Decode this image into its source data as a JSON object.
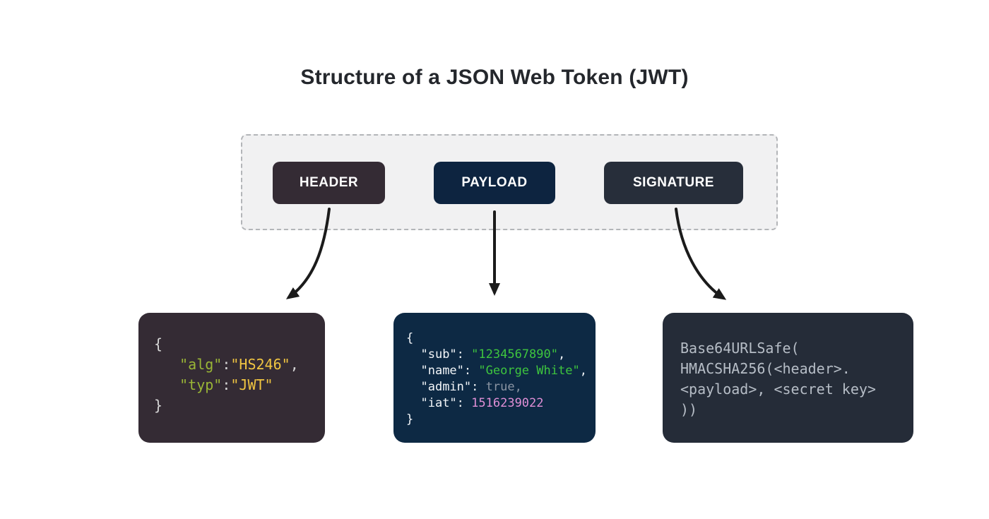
{
  "title": "Structure of a JSON Web Token (JWT)",
  "pills": [
    {
      "id": "header",
      "label": "HEADER",
      "color": "#342b34"
    },
    {
      "id": "payload",
      "label": "PAYLOAD",
      "color": "#0d2440"
    },
    {
      "id": "signature",
      "label": "SIGNATURE",
      "color": "#272e3a"
    }
  ],
  "arrow_color": "#1b1b1b",
  "container_bg": "#f1f1f2",
  "code_colors": {
    "punct": "#d6d6d6",
    "key_green": "#9ab636",
    "val_gold": "#f0c541",
    "white": "#f3f6f9",
    "green": "#3ec53e",
    "muted": "#8b95a3",
    "pink": "#e08fd6",
    "sig": "#b6bdc6"
  },
  "code_blocks": [
    {
      "id": "header-json",
      "bg": "#342b34",
      "lines": [
        [
          {
            "t": "{",
            "c": "punct"
          }
        ],
        [
          {
            "t": "   ",
            "c": "punct"
          },
          {
            "t": "\"alg\"",
            "c": "key_green"
          },
          {
            "t": ":",
            "c": "punct"
          },
          {
            "t": "\"HS246\"",
            "c": "val_gold"
          },
          {
            "t": ",",
            "c": "punct"
          }
        ],
        [
          {
            "t": "   ",
            "c": "punct"
          },
          {
            "t": "\"typ\"",
            "c": "key_green"
          },
          {
            "t": ":",
            "c": "punct"
          },
          {
            "t": "\"JWT\"",
            "c": "val_gold"
          }
        ],
        [
          {
            "t": "}",
            "c": "punct"
          }
        ]
      ]
    },
    {
      "id": "payload-json",
      "bg": "#0d2944",
      "lines": [
        [
          {
            "t": "{",
            "c": "white"
          }
        ],
        [
          {
            "t": "  ",
            "c": "white"
          },
          {
            "t": "\"sub\"",
            "c": "white"
          },
          {
            "t": ": ",
            "c": "white"
          },
          {
            "t": "\"1234567890\"",
            "c": "green"
          },
          {
            "t": ",",
            "c": "white"
          }
        ],
        [
          {
            "t": "  ",
            "c": "white"
          },
          {
            "t": "\"name\"",
            "c": "white"
          },
          {
            "t": ": ",
            "c": "white"
          },
          {
            "t": "\"George White\"",
            "c": "green"
          },
          {
            "t": ",",
            "c": "white"
          }
        ],
        [
          {
            "t": "  ",
            "c": "white"
          },
          {
            "t": "\"admin\"",
            "c": "white"
          },
          {
            "t": ": ",
            "c": "white"
          },
          {
            "t": "true",
            "c": "muted"
          },
          {
            "t": ",",
            "c": "muted"
          }
        ],
        [
          {
            "t": "  ",
            "c": "white"
          },
          {
            "t": "\"iat\"",
            "c": "white"
          },
          {
            "t": ": ",
            "c": "white"
          },
          {
            "t": "1516239022",
            "c": "pink"
          }
        ],
        [
          {
            "t": "}",
            "c": "white"
          }
        ]
      ]
    },
    {
      "id": "signature-code",
      "bg": "#252c38",
      "lines": [
        [
          {
            "t": "Base64URLSafe(",
            "c": "sig"
          }
        ],
        [
          {
            "t": "HMACSHA256(<header>.",
            "c": "sig"
          }
        ],
        [
          {
            "t": "<payload>, <secret key>",
            "c": "sig"
          }
        ],
        [
          {
            "t": "))",
            "c": "sig"
          }
        ]
      ]
    }
  ]
}
